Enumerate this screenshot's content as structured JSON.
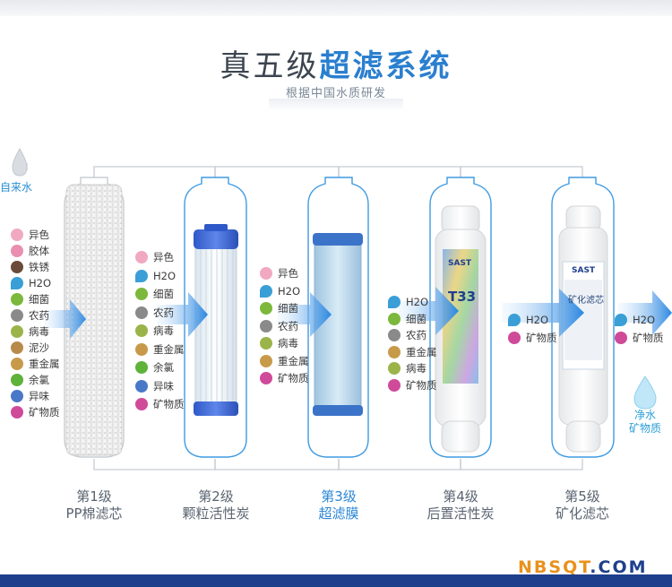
{
  "header": {
    "title_plain": "真五级",
    "title_highlight": "超滤系统",
    "subtitle": "根据中国水质研发"
  },
  "input": {
    "label": "自来水"
  },
  "stages": [
    {
      "id": "s1",
      "name": "第1级",
      "desc": "PP棉滤芯",
      "active": false
    },
    {
      "id": "s2",
      "name": "第2级",
      "desc": "颗粒活性炭",
      "active": false
    },
    {
      "id": "s3",
      "name": "第3级",
      "desc": "超滤膜",
      "active": true
    },
    {
      "id": "s4",
      "name": "第4级",
      "desc": "后置活性炭",
      "active": false
    },
    {
      "id": "s5",
      "name": "第5级",
      "desc": "矿化滤芯",
      "active": false
    }
  ],
  "stage_inputs": {
    "s1": [
      "异色",
      "胶体",
      "铁锈",
      "H2O",
      "细菌",
      "农药",
      "病毒",
      "泥沙",
      "重金属",
      "余氯",
      "异味",
      "矿物质"
    ],
    "s2": [
      "异色",
      "H2O",
      "细菌",
      "农药",
      "病毒",
      "重金属",
      "余氯",
      "异味",
      "矿物质"
    ],
    "s3": [
      "异色",
      "H2O",
      "细菌",
      "农药",
      "病毒",
      "重金属",
      "矿物质"
    ],
    "s4": [
      "H2O",
      "细菌",
      "农药",
      "重金属",
      "病毒",
      "矿物质"
    ],
    "s5": [
      "H2O",
      "矿物质"
    ],
    "out": [
      "H2O",
      "矿物质"
    ]
  },
  "cartridge_labels": {
    "s4_brand": "SAST",
    "s4_model": "T33",
    "s5_brand": "SAST",
    "s5_name": "矿化滤芯"
  },
  "output": {
    "line1": "净水",
    "line2": "矿物质"
  },
  "footer": {
    "brand_letters": "NBSQT",
    "brand_suffix": ".COM"
  },
  "colors": {
    "accent": "#2a7fcf",
    "arrow": "#2f8de0",
    "bottom_bar": "#1d3f8c",
    "brand_orange": "#e8921a"
  },
  "icons": {
    "异色": "pink-blob-icon",
    "胶体": "pink-cluster-icon",
    "铁锈": "rust-particle-icon",
    "H2O": "water-drop-icon",
    "细菌": "bacteria-icon",
    "农药": "pesticide-icon",
    "病毒": "virus-icon",
    "泥沙": "sand-icon",
    "重金属": "heavy-metal-icon",
    "余氯": "chlorine-icon",
    "异味": "odor-icon",
    "矿物质": "mineral-k-icon"
  }
}
